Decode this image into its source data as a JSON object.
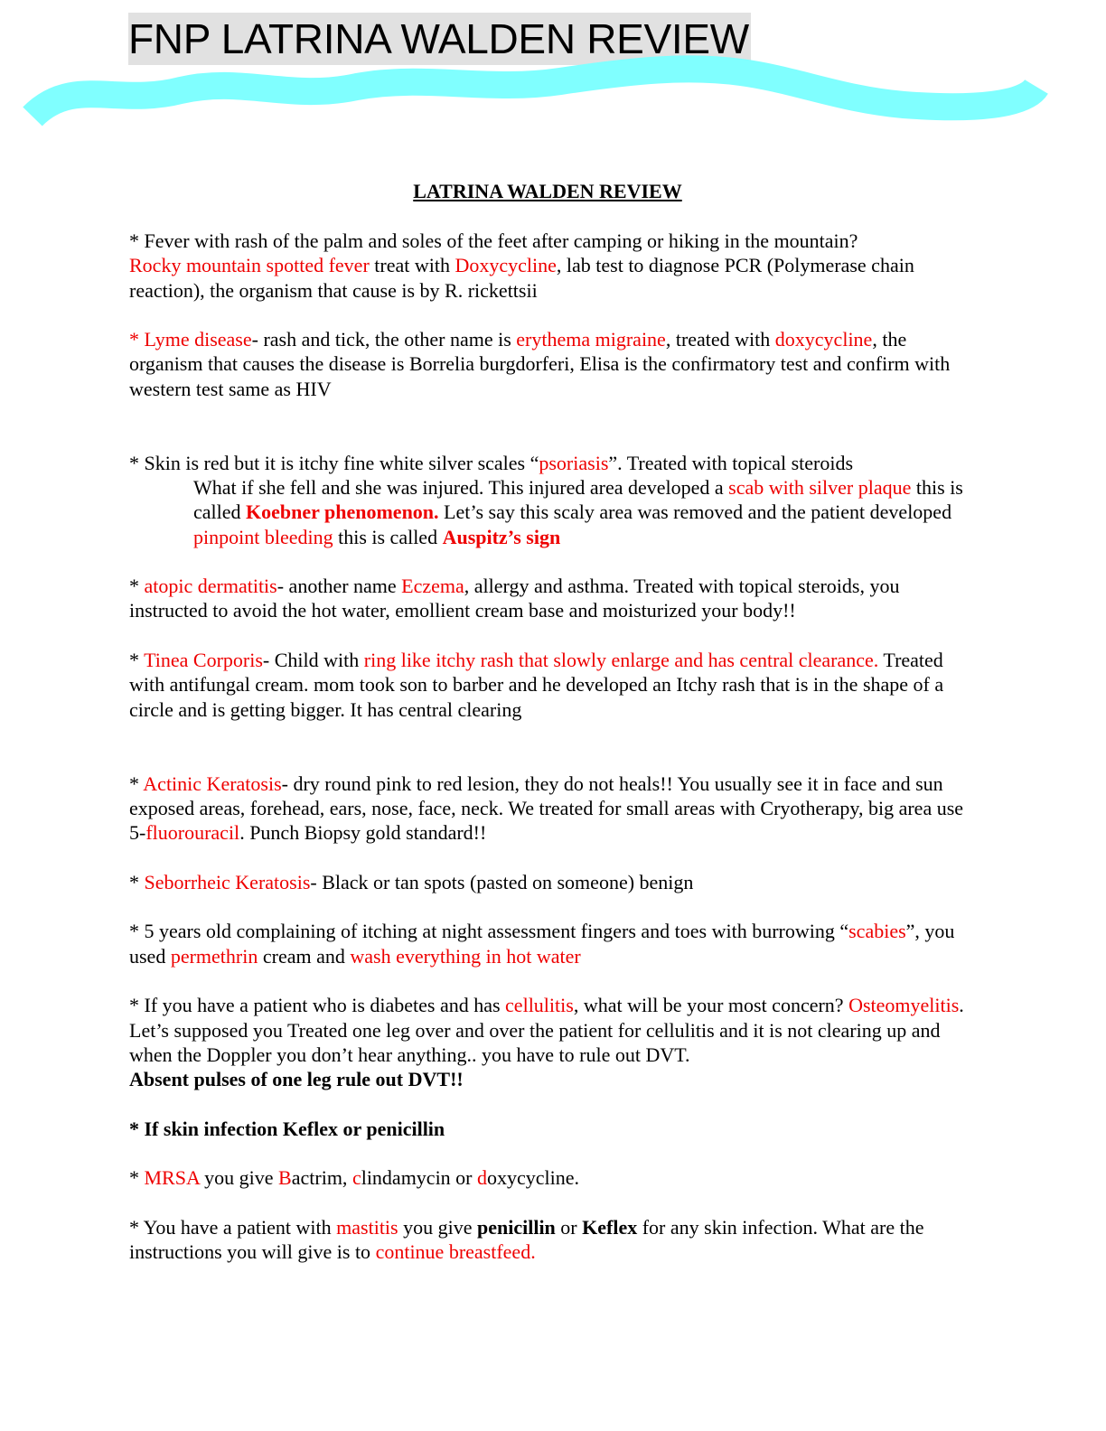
{
  "header": {
    "title": "FNP LATRINA WALDEN REVIEW",
    "wave_color": "#80ffff"
  },
  "document": {
    "title": "LATRINA WALDEN REVIEW",
    "accent_color": "#ee0000",
    "p1": {
      "a": "* Fever with rash of the palm and soles of the feet after camping or hiking in the mountain?",
      "b": "Rocky mountain spotted fever",
      "c": " treat with ",
      "d": "Doxycycline",
      "e": ", lab test to diagnose PCR (Polymerase chain reaction), the organism that cause is by R. rickettsii"
    },
    "p2": {
      "a": "* Lyme disease",
      "b": "- rash and tick, the other name is ",
      "c": "erythema migraine",
      "d": ", treated with ",
      "e": "doxycycline",
      "f": ", the organism that causes the disease is Borrelia burgdorferi, Elisa is the confirmatory test and confirm with western test same as HIV"
    },
    "p3": {
      "a": "* Skin is red but it is itchy fine white silver scales “",
      "b": "psoriasis",
      "c": "”. Treated with topical steroids"
    },
    "p3_indent": {
      "a": "What if she fell and she was injured. This injured area developed a ",
      "b": "scab with silver plaque",
      "c": " this is called ",
      "d": "Koebner phenomenon.",
      "e": " Let’s say this scaly area was removed and the patient developed ",
      "f": "pinpoint bleeding",
      "g": " this is called ",
      "h": "Auspitz’s sign"
    },
    "p4": {
      "a": "* ",
      "b": "atopic dermatitis",
      "c": "- another name ",
      "d": "Eczema",
      "e": ", allergy and asthma. Treated with topical steroids, you instructed to avoid the hot water, emollient cream base and moisturized your body!!"
    },
    "p5": {
      "a": "* ",
      "b": "Tinea Corporis",
      "c": "- Child with ",
      "d": "ring like itchy rash that slowly enlarge and has central clearance.",
      "e": " Treated with antifungal cream. mom took son to barber and he developed an Itchy rash that is in the shape of a circle and is getting bigger. It has central clearing"
    },
    "p6": {
      "a": "* ",
      "b": "Actinic Keratosis",
      "c": "- dry round pink to red lesion, they do not heals!! You usually see it in face and sun exposed areas, forehead, ears, nose, face, neck. We treated for small areas with Cryotherapy, big area use 5-",
      "d": "fluorouracil",
      "e": ". Punch Biopsy gold standard!!"
    },
    "p7": {
      "a": "* ",
      "b": "Seborrheic Keratosis",
      "c": "- Black or tan spots (pasted on someone) benign"
    },
    "p8": {
      "a": "* 5 years old complaining of itching at night assessment fingers and toes with burrowing “",
      "b": "scabies",
      "c": "”, you used ",
      "d": "permethrin",
      "e": " cream and ",
      "f": "wash everything in hot water"
    },
    "p9": {
      "a": "* If you have a patient who is diabetes and has ",
      "b": "cellulitis",
      "c": ", what will be your most concern? ",
      "d": "Osteomyelitis",
      "e": ". Let’s supposed you Treated one leg over and over the patient for cellulitis and it is not clearing up and when the Doppler you don’t hear anything.. you have to rule out DVT.",
      "f": "Absent pulses of one leg rule out DVT!!"
    },
    "p10": {
      "a": "* If skin infection Keflex or penicillin"
    },
    "p11": {
      "a": "* ",
      "b": "MRSA",
      "c": " you give ",
      "d": "B",
      "e": "actrim, ",
      "f": "c",
      "g": "lindamycin or ",
      "h": "d",
      "i": "oxycycline."
    },
    "p12": {
      "a": "* You have a patient with ",
      "b": "mastitis",
      "c": " you give ",
      "d": "penicillin",
      "e": " or ",
      "f": "Keflex",
      "g": " for any skin infection. What are the instructions you will give is to ",
      "h": "continue breastfeed."
    }
  }
}
